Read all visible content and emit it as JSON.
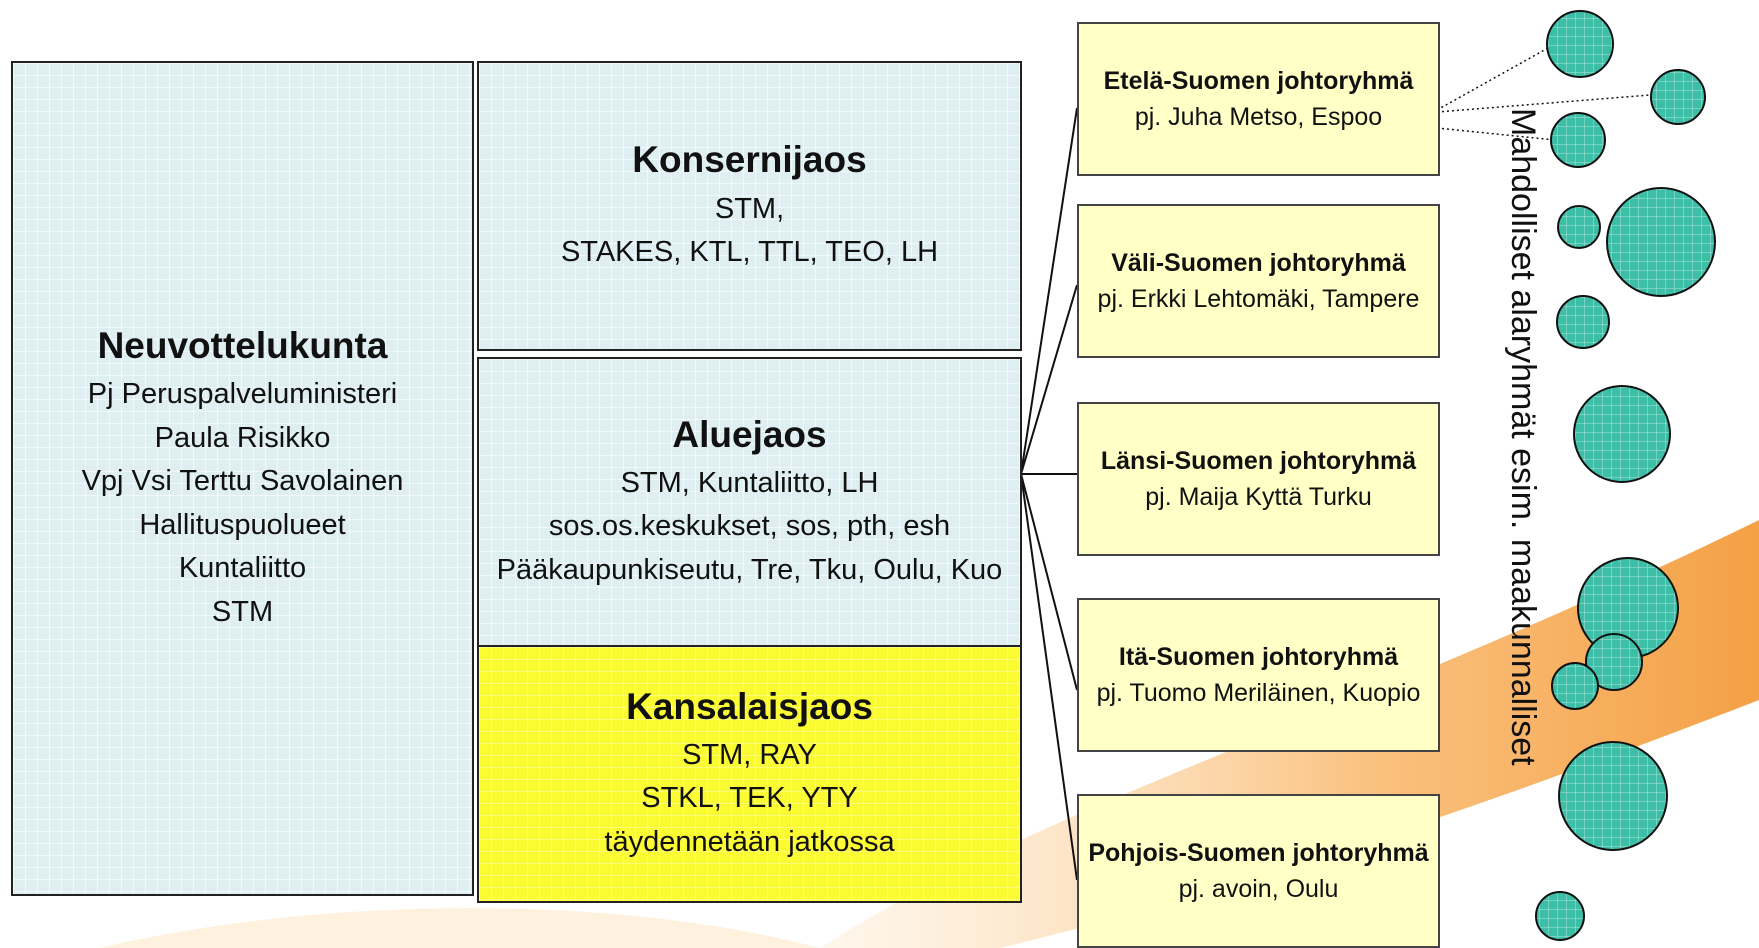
{
  "colors": {
    "box_fill": "#dfeff1",
    "kansalaisjaos_fill": "#fbfb33",
    "region_box_fill": "#ffffc6",
    "circle_fill": "#3cbfa6",
    "swoosh": "#f7a84d"
  },
  "neuvottelukunta": {
    "title": "Neuvottelukunta",
    "lines": [
      "Pj Peruspalveluministeri",
      "Paula Risikko",
      "Vpj Vsi Terttu Savolainen",
      "Hallituspuolueet",
      "Kuntaliitto",
      "STM"
    ]
  },
  "konsernijaos": {
    "title": "Konsernijaos",
    "lines": [
      "STM,",
      "STAKES, KTL, TTL, TEO, LH"
    ]
  },
  "aluejaos": {
    "title": "Aluejaos",
    "lines": [
      "STM, Kuntaliitto, LH",
      "sos.os.keskukset, sos, pth, esh",
      "Pääkaupunkiseutu, Tre, Tku, Oulu, Kuo"
    ]
  },
  "kansalaisjaos": {
    "title": "Kansalaisjaos",
    "lines": [
      "STM, RAY",
      "STKL, TEK, YTY",
      "täydennetään jatkossa"
    ]
  },
  "regions": [
    {
      "title": "Etelä-Suomen johtoryhmä",
      "chair": "pj. Juha Metso, Espoo"
    },
    {
      "title": "Väli-Suomen johtoryhmä",
      "chair": "pj. Erkki Lehtomäki, Tampere"
    },
    {
      "title": "Länsi-Suomen johtoryhmä",
      "chair": "pj. Maija Kyttä Turku"
    },
    {
      "title": "Itä-Suomen johtoryhmä",
      "chair": "pj. Tuomo Meriläinen, Kuopio"
    },
    {
      "title": "Pohjois-Suomen johtoryhmä",
      "chair": "pj. avoin, Oulu"
    }
  ],
  "subgroups_label": "Mahdolliset alaryhmät esim. maakunnalliset"
}
